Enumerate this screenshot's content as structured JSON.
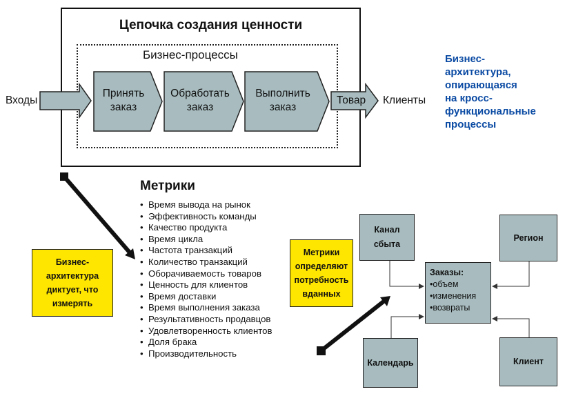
{
  "value_chain": {
    "title": "Цепочка создания ценности",
    "business_processes_label": "Бизнес-процессы",
    "inputs_label": "Входы",
    "steps": [
      {
        "lines": [
          "Принять",
          "заказ"
        ]
      },
      {
        "lines": [
          "Обработать",
          "заказ"
        ]
      },
      {
        "lines": [
          "Выполнить",
          "заказ"
        ]
      }
    ],
    "product_label": "Товар",
    "clients_label": "Клиенты"
  },
  "note": {
    "lines": [
      "Бизнес-",
      "архитектура,",
      "опирающаяся",
      "на кросс-",
      "функциональные",
      "процессы"
    ]
  },
  "metrics": {
    "title": "Метрики",
    "items": [
      "Время вывода на рынок",
      "Эффективность команды",
      "Качество продукта",
      "Время цикла",
      "Частота транзакций",
      "Количество транзакций",
      "Оборачиваемость товаров",
      "Ценность для клиентов",
      "Время доставки",
      "Время выполнения заказа",
      "Результативность продавцов",
      "Удовлетворенность клиентов",
      "Доля брака",
      "Производительность"
    ]
  },
  "callouts": {
    "left": {
      "lines": [
        "Бизнес-",
        "архитектура",
        "диктует, что",
        "измерять"
      ]
    },
    "right": {
      "lines": [
        "Метрики",
        "определяют",
        "потребность",
        "вданных"
      ]
    }
  },
  "model": {
    "channel": {
      "lines": [
        "Канал",
        "сбыта"
      ]
    },
    "region": "Регион",
    "orders": {
      "header": "Заказы:",
      "items": [
        "объем",
        "изменения",
        "возвраты"
      ]
    },
    "calendar": "Календарь",
    "client": "Клиент"
  },
  "colors": {
    "arrow_fill": "#a8bcbf",
    "note_blue": "#0a4aa3",
    "callout_yellow": "#ffe600"
  }
}
